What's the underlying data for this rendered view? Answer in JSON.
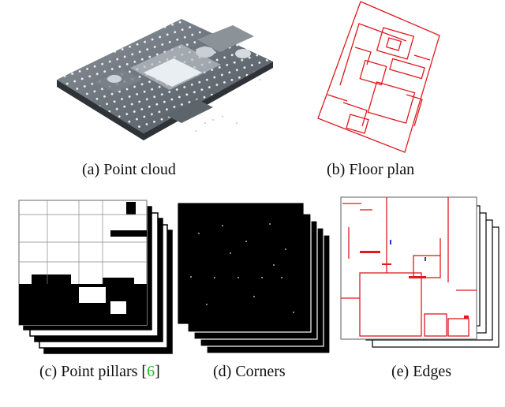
{
  "figure": {
    "captions": {
      "a": "(a) Point cloud",
      "b": "(b) Floor plan",
      "c_prefix": "(c) Point pillars [",
      "c_ref": "6",
      "c_suffix": "]",
      "d": "(d) Corners",
      "e": "(e) Edges"
    },
    "colors": {
      "floorplan_lines": "#e0191f",
      "citation_link": "#1fbf1f",
      "edge_lines": "#e0191f",
      "edge_accent": "#3333cc",
      "corner_background": "#000000"
    }
  }
}
